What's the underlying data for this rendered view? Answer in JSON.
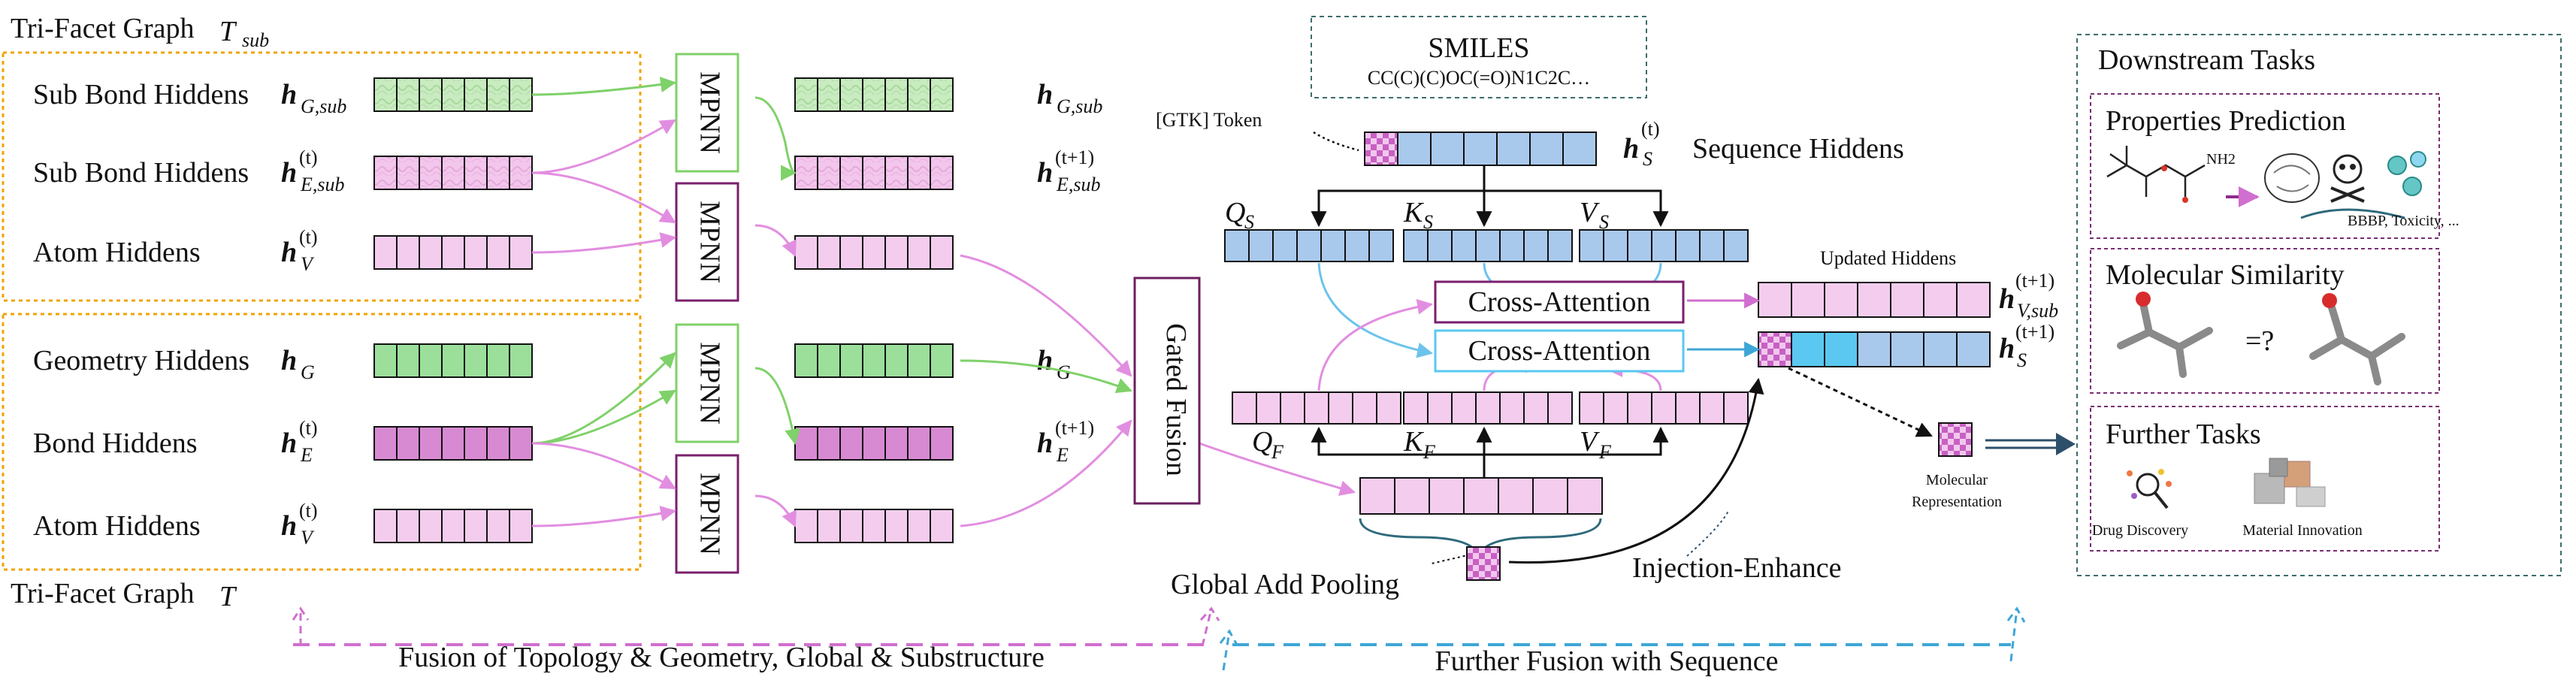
{
  "graphs": {
    "sub_title": "Tri-Facet Graph",
    "sub_symbol": "T",
    "sub_symbol_sub": "sub",
    "full_title": "Tri-Facet Graph",
    "full_symbol": "T"
  },
  "rows": [
    {
      "label": "Sub Bond Hiddens",
      "sym": "h",
      "sub": "G,sub",
      "sup": "",
      "out_sym": "h",
      "out_sub": "G,sub",
      "out_sup": ""
    },
    {
      "label": "Sub Bond Hiddens",
      "sym": "h",
      "sub": "E,sub",
      "sup": "(t)",
      "out_sym": "h",
      "out_sub": "E,sub",
      "out_sup": "(t+1)"
    },
    {
      "label": "Atom Hiddens",
      "sym": "h",
      "sub": "V",
      "sup": "(t)",
      "out_sym": "",
      "out_sub": "",
      "out_sup": ""
    },
    {
      "label": "Geometry Hiddens",
      "sym": "h",
      "sub": "G",
      "sup": "",
      "out_sym": "h",
      "out_sub": "G",
      "out_sup": ""
    },
    {
      "label": "Bond Hiddens",
      "sym": "h",
      "sub": "E",
      "sup": "(t)",
      "out_sym": "h",
      "out_sub": "E",
      "out_sup": "(t+1)"
    },
    {
      "label": "Atom Hiddens",
      "sym": "h",
      "sub": "V",
      "sup": "(t)",
      "out_sym": "",
      "out_sub": "",
      "out_sup": ""
    }
  ],
  "mpnn_label": "MPNN",
  "gated_fusion": "Gated Fusion",
  "smiles": {
    "title": "SMILES",
    "value": "CC(C)(C)OC(=O)N1C2C…"
  },
  "gtk_token": "[GTK] Token",
  "sequence": {
    "sym": "h",
    "sub": "S",
    "sup": "(t)",
    "label": "Sequence Hiddens"
  },
  "qkv_top": [
    {
      "sym": "Q",
      "sub": "S"
    },
    {
      "sym": "K",
      "sub": "S"
    },
    {
      "sym": "V",
      "sub": "S"
    }
  ],
  "qkv_bottom": [
    {
      "sym": "Q",
      "sub": "F"
    },
    {
      "sym": "K",
      "sub": "F"
    },
    {
      "sym": "V",
      "sub": "F"
    }
  ],
  "cross_attention": "Cross-Attention",
  "updated_hiddens": "Updated Hiddens",
  "updated_rows": [
    {
      "sym": "h",
      "sub": "V,sub",
      "sup": "(t+1)"
    },
    {
      "sym": "h",
      "sub": "S",
      "sup": "(t+1)"
    }
  ],
  "molecular_representation": [
    "Molecular",
    "Representation"
  ],
  "global_add_pooling": "Global Add Pooling",
  "injection_enhance": "Injection-Enhance",
  "bottom_captions": {
    "left": "Fusion of Topology & Geometry, Global & Substructure",
    "right": "Further Fusion with Sequence"
  },
  "downstream": {
    "title": "Downstream Tasks",
    "panels": [
      {
        "title": "Properties Prediction",
        "note": "BBBP, Toxicity, ...",
        "chem_label": "NH2"
      },
      {
        "title": "Molecular Similarity",
        "note": "=?"
      },
      {
        "title": "Further Tasks",
        "items": [
          "Drug Discovery",
          "Material Innovation"
        ]
      }
    ]
  },
  "colors": {
    "green": "#9bdf9b",
    "green_pat": "#cbedc6",
    "pink": "#f4cdee",
    "pink_pat": "#f0c4e6",
    "magenta": "#d78ad2",
    "blue": "#a9c9ec",
    "blue_bright": "#5ac8f0",
    "purple": "#6b1f5e",
    "orange_dash": "#f0a400",
    "line_green": "#7fd16a",
    "line_pink": "#e28ee0",
    "line_blue": "#6ec3ec",
    "teal_dash": "#3d6d6d"
  }
}
